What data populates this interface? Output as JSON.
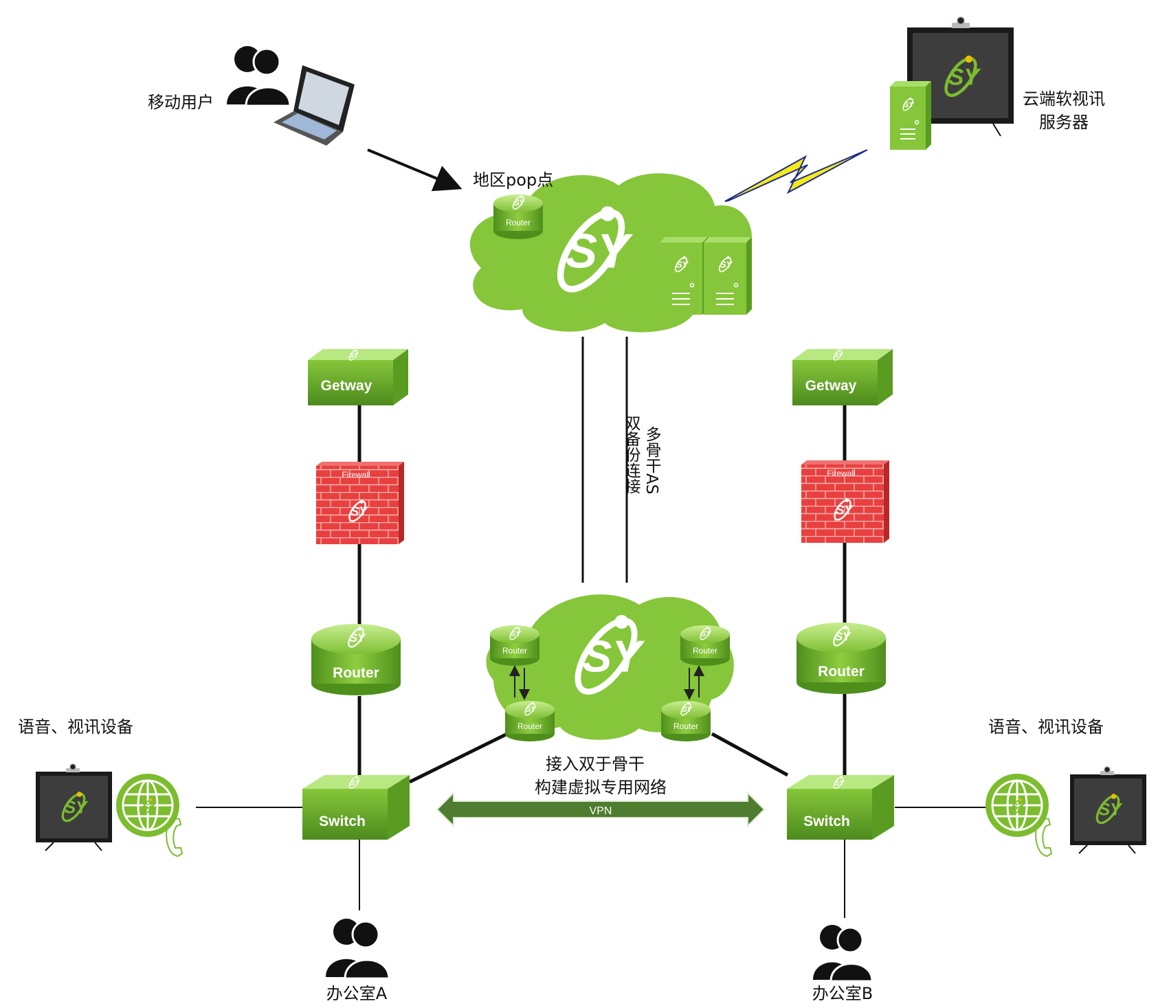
{
  "labels": {
    "mobile_user": "移动用户",
    "pop": "地区pop点",
    "cloud_server_line1": "云端软视讯",
    "cloud_server_line2": "服务器",
    "backbone_line1": "多骨干AS",
    "backbone_line2": "双备份连接",
    "access_line1": "接入双于骨干",
    "access_line2": "构建虚拟专用网络",
    "vpn": "VPN",
    "av_left": "语音、视讯设备",
    "av_right": "语音、视讯设备",
    "office_a": "办公室A",
    "office_b": "办公室B"
  },
  "devices": {
    "router": "Router",
    "gateway": "Getway",
    "firewall": "Firewall",
    "switch": "Switch"
  },
  "colors": {
    "green": "#7cbc2e",
    "green_dark": "#4f8f1d",
    "firewall_red": "#e8403f",
    "vpn_arrow": "#4e7d2f"
  }
}
